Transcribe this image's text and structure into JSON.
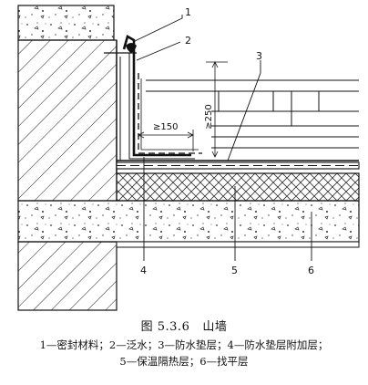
{
  "labels": {
    "l1": "1",
    "l2": "2",
    "l3": "3",
    "l4": "4",
    "l5": "5",
    "l6": "6"
  },
  "dimensions": {
    "vertical": "≥250",
    "horizontal": "≥150"
  },
  "caption": {
    "figure_number": "图 5.3.6",
    "title": "山墙",
    "legend_line1": "1—密封材料；2—泛水；3—防水垫层；4—防水垫层附加层；",
    "legend_line2": "5—保温隔热层；6—找平层"
  }
}
